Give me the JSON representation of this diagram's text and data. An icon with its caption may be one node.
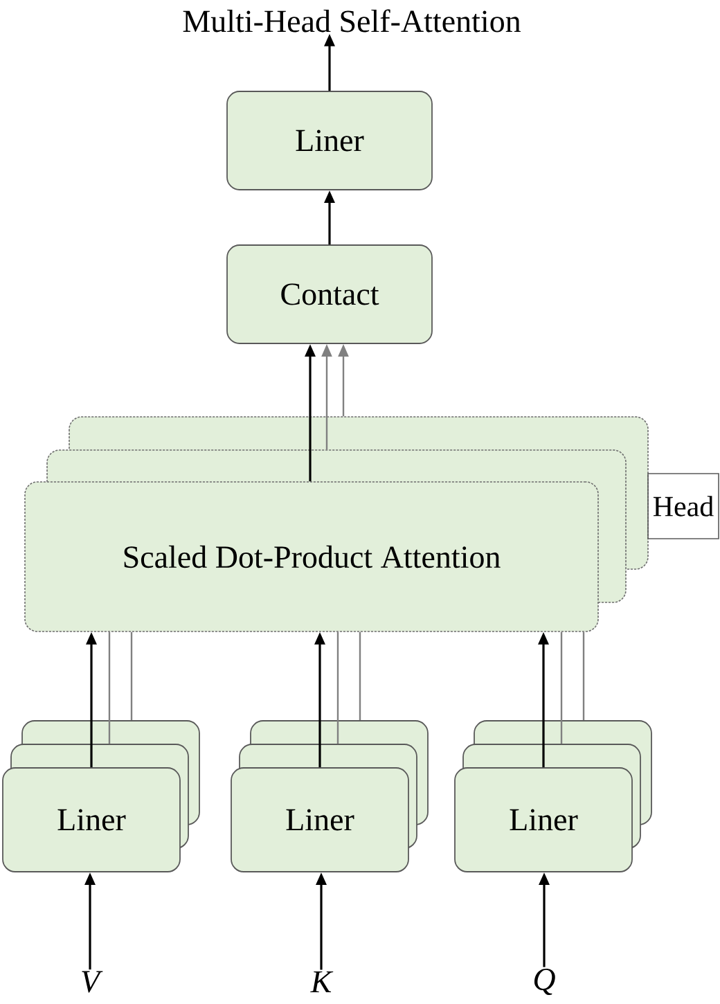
{
  "diagram": {
    "nodes": [
      {
        "text": [
          "Multi-Head Self-Attention"
        ]
      },
      {
        "text": [
          "Liner"
        ]
      },
      {
        "text": [
          "Contact"
        ]
      },
      {
        "text": [
          "Scaled Dot-Product Attention"
        ]
      },
      {
        "text": [
          "Head"
        ]
      },
      {
        "text": [
          "Liner"
        ]
      },
      {
        "text": [
          "Liner"
        ]
      },
      {
        "text": [
          "Liner"
        ]
      },
      {
        "text": [
          "V"
        ]
      },
      {
        "text": [
          "K"
        ]
      },
      {
        "text": [
          "Q"
        ]
      }
    ],
    "edges": [
      {
        "from": 1,
        "to": 0,
        "arrow": "to"
      },
      {
        "from": 2,
        "to": 1,
        "arrow": "to"
      },
      {
        "from": 3,
        "to": 2,
        "arrow": "to"
      },
      {
        "from": 3,
        "to": 2,
        "arrow": "to",
        "color": "#808080"
      },
      {
        "from": 3,
        "to": 2,
        "arrow": "to",
        "color": "#808080"
      },
      {
        "from": 5,
        "to": 3,
        "arrow": "to"
      },
      {
        "from": 5,
        "to": 3,
        "arrow": "none",
        "color": "#808080"
      },
      {
        "from": 5,
        "to": 3,
        "arrow": "none",
        "color": "#808080"
      },
      {
        "from": 6,
        "to": 3,
        "arrow": "to"
      },
      {
        "from": 6,
        "to": 3,
        "arrow": "none",
        "color": "#808080"
      },
      {
        "from": 6,
        "to": 3,
        "arrow": "none",
        "color": "#808080"
      },
      {
        "from": 7,
        "to": 3,
        "arrow": "to"
      },
      {
        "from": 7,
        "to": 3,
        "arrow": "none",
        "color": "#808080"
      },
      {
        "from": 7,
        "to": 3,
        "arrow": "none",
        "color": "#808080"
      },
      {
        "from": 8,
        "to": 5,
        "arrow": "to"
      },
      {
        "from": 9,
        "to": 6,
        "arrow": "to"
      },
      {
        "from": 10,
        "to": 7,
        "arrow": "to"
      }
    ]
  }
}
